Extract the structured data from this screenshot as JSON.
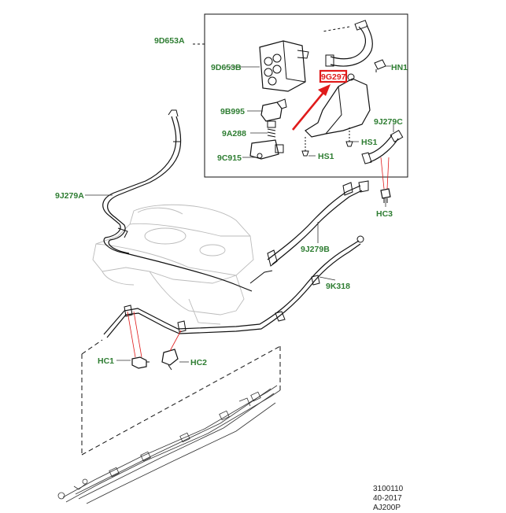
{
  "labels": {
    "l_9D653A": "9D653A",
    "l_9D653B": "9D653B",
    "l_9G297": "9G297",
    "l_HN1": "HN1",
    "l_9B995": "9B995",
    "l_9A288": "9A288",
    "l_9C915": "9C915",
    "l_HS1a": "HS1",
    "l_HS1b": "HS1",
    "l_9J279C": "9J279C",
    "l_9J279A": "9J279A",
    "l_HC3": "HC3",
    "l_9J279B": "9J279B",
    "l_9K318": "9K318",
    "l_HC1": "HC1",
    "l_HC2": "HC2"
  },
  "reference": {
    "line1": "3100110",
    "line2": "40-2017",
    "line3": "AJ200P"
  },
  "colors": {
    "label_green": "#2e7d32",
    "highlight_red": "#e01b1b",
    "line_black": "#111111",
    "tank_grey": "#bbbbbb"
  }
}
